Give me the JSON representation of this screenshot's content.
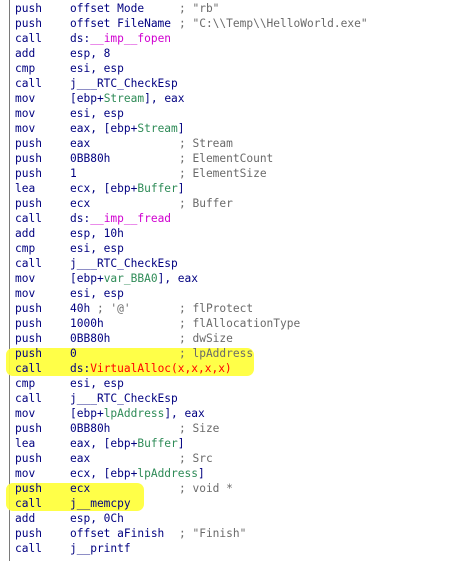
{
  "highlight_color": "#ffff38",
  "lines": [
    {
      "m": "push",
      "o": [
        {
          "t": "offset Mode"
        }
      ],
      "c": "; \"rb\""
    },
    {
      "m": "push",
      "o": [
        {
          "t": "offset FileName"
        }
      ],
      "c": "; \"C:\\\\Temp\\\\HelloWorld.exe\""
    },
    {
      "m": "call",
      "o": [
        {
          "t": "ds:"
        },
        {
          "t": "__imp__fopen",
          "s": "pink"
        }
      ],
      "c": ""
    },
    {
      "m": "add",
      "o": [
        {
          "t": "esp, 8"
        }
      ],
      "c": ""
    },
    {
      "m": "cmp",
      "o": [
        {
          "t": "esi, esp"
        }
      ],
      "c": ""
    },
    {
      "m": "call",
      "o": [
        {
          "t": "j___RTC_CheckEsp"
        }
      ],
      "c": ""
    },
    {
      "m": "mov",
      "o": [
        {
          "t": "[ebp+"
        },
        {
          "t": "Stream",
          "s": "green"
        },
        {
          "t": "], eax"
        }
      ],
      "c": ""
    },
    {
      "m": "mov",
      "o": [
        {
          "t": "esi, esp"
        }
      ],
      "c": ""
    },
    {
      "m": "mov",
      "o": [
        {
          "t": "eax, [ebp+"
        },
        {
          "t": "Stream",
          "s": "green"
        },
        {
          "t": "]"
        }
      ],
      "c": ""
    },
    {
      "m": "push",
      "o": [
        {
          "t": "eax"
        }
      ],
      "c": "; Stream"
    },
    {
      "m": "push",
      "o": [
        {
          "t": "0BB80h"
        }
      ],
      "c": "; ElementCount"
    },
    {
      "m": "push",
      "o": [
        {
          "t": "1"
        }
      ],
      "c": "; ElementSize"
    },
    {
      "m": "lea",
      "o": [
        {
          "t": "ecx, [ebp+"
        },
        {
          "t": "Buffer",
          "s": "green"
        },
        {
          "t": "]"
        }
      ],
      "c": ""
    },
    {
      "m": "push",
      "o": [
        {
          "t": "ecx"
        }
      ],
      "c": "; Buffer"
    },
    {
      "m": "call",
      "o": [
        {
          "t": "ds:"
        },
        {
          "t": "__imp__fread",
          "s": "pink"
        }
      ],
      "c": ""
    },
    {
      "m": "add",
      "o": [
        {
          "t": "esp, 10h"
        }
      ],
      "c": ""
    },
    {
      "m": "cmp",
      "o": [
        {
          "t": "esi, esp"
        }
      ],
      "c": ""
    },
    {
      "m": "call",
      "o": [
        {
          "t": "j___RTC_CheckEsp"
        }
      ],
      "c": ""
    },
    {
      "m": "mov",
      "o": [
        {
          "t": "[ebp+"
        },
        {
          "t": "var_BBA0",
          "s": "green"
        },
        {
          "t": "], eax"
        }
      ],
      "c": ""
    },
    {
      "m": "mov",
      "o": [
        {
          "t": "esi, esp"
        }
      ],
      "c": ""
    },
    {
      "m": "push",
      "o": [
        {
          "t": "40h"
        },
        {
          "t": " ; '@'",
          "s": "gray"
        }
      ],
      "c": "; flProtect"
    },
    {
      "m": "push",
      "o": [
        {
          "t": "1000h"
        }
      ],
      "c": "; flAllocationType"
    },
    {
      "m": "push",
      "o": [
        {
          "t": "0BB80h"
        }
      ],
      "c": "; dwSize"
    },
    {
      "m": "push",
      "o": [
        {
          "t": "0"
        }
      ],
      "c": "; lpAddress"
    },
    {
      "m": "call",
      "o": [
        {
          "t": "ds:"
        },
        {
          "t": "VirtualAlloc(x,x,x,x)",
          "s": "red"
        }
      ],
      "c": ""
    },
    {
      "m": "cmp",
      "o": [
        {
          "t": "esi, esp"
        }
      ],
      "c": ""
    },
    {
      "m": "call",
      "o": [
        {
          "t": "j___RTC_CheckEsp"
        }
      ],
      "c": ""
    },
    {
      "m": "mov",
      "o": [
        {
          "t": "[ebp+"
        },
        {
          "t": "lpAddress",
          "s": "green"
        },
        {
          "t": "], eax"
        }
      ],
      "c": ""
    },
    {
      "m": "push",
      "o": [
        {
          "t": "0BB80h"
        }
      ],
      "c": "; Size"
    },
    {
      "m": "lea",
      "o": [
        {
          "t": "eax, [ebp+"
        },
        {
          "t": "Buffer",
          "s": "green"
        },
        {
          "t": "]"
        }
      ],
      "c": ""
    },
    {
      "m": "push",
      "o": [
        {
          "t": "eax"
        }
      ],
      "c": "; Src"
    },
    {
      "m": "mov",
      "o": [
        {
          "t": "ecx, [ebp+"
        },
        {
          "t": "lpAddress",
          "s": "green"
        },
        {
          "t": "]"
        }
      ],
      "c": ""
    },
    {
      "m": "push",
      "o": [
        {
          "t": "ecx"
        }
      ],
      "c": "; void *"
    },
    {
      "m": "call",
      "o": [
        {
          "t": "j__memcpy"
        }
      ],
      "c": ""
    },
    {
      "m": "add",
      "o": [
        {
          "t": "esp, 0Ch"
        }
      ],
      "c": ""
    },
    {
      "m": "push",
      "o": [
        {
          "t": "offset aFinish"
        }
      ],
      "c": "; \"Finish\""
    },
    {
      "m": "call",
      "o": [
        {
          "t": "j__printf"
        }
      ],
      "c": ""
    }
  ],
  "highlights": [
    {
      "from_line": 23,
      "to_line": 24
    },
    {
      "from_line": 32,
      "to_line": 33
    }
  ]
}
